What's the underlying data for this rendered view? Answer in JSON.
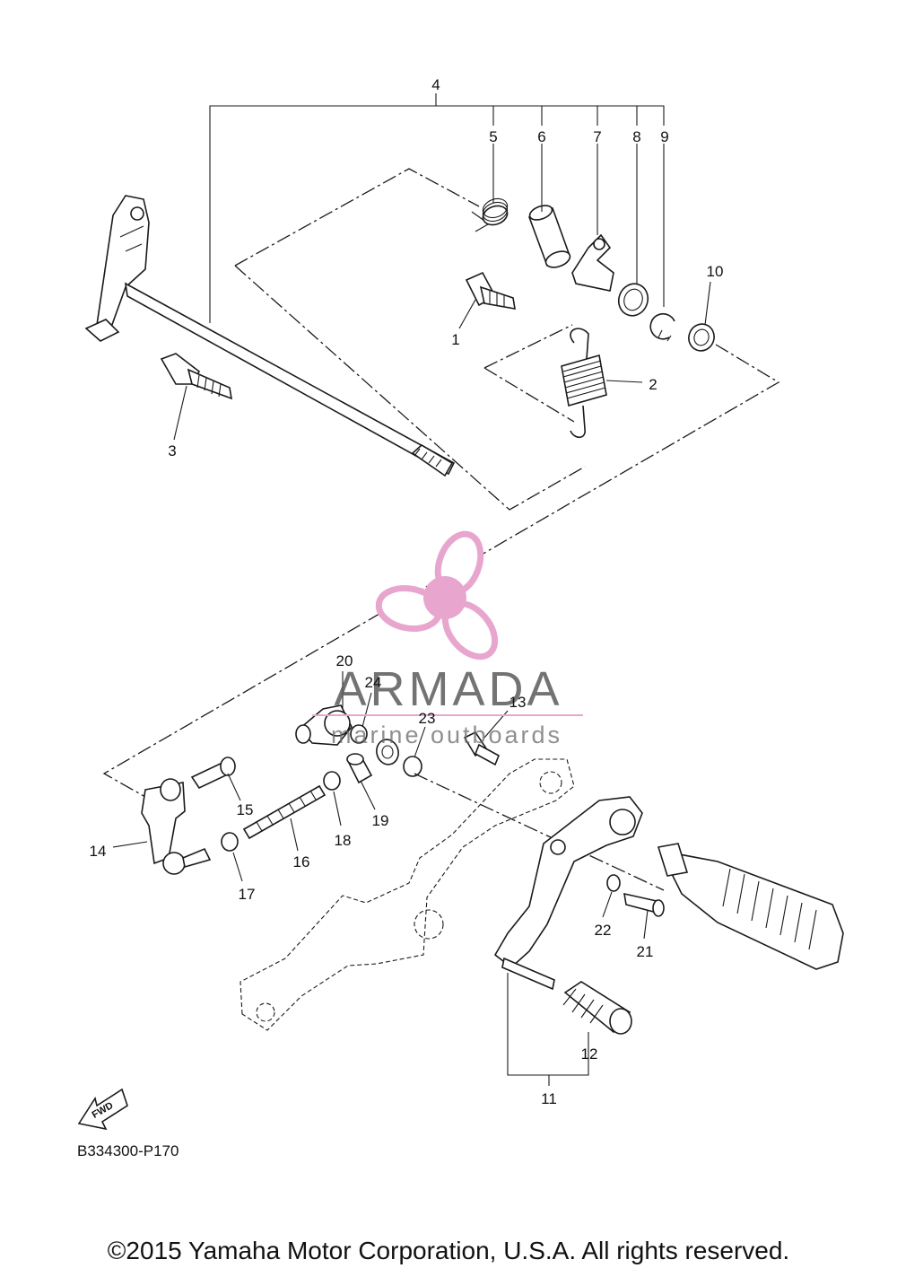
{
  "callouts": [
    "1",
    "2",
    "3",
    "4",
    "5",
    "6",
    "7",
    "8",
    "9",
    "10",
    "11",
    "12",
    "13",
    "14",
    "15",
    "16",
    "17",
    "18",
    "19",
    "20",
    "21",
    "22",
    "23",
    "24"
  ],
  "fwd_label": "FWD",
  "reference_code": "B334300-P170",
  "watermark": {
    "brand": "ARMADA",
    "tagline": "marine outboards",
    "accent_color": "#e8a6cf"
  },
  "copyright": "©2015 Yamaha Motor Corporation, U.S.A. All rights reserved."
}
